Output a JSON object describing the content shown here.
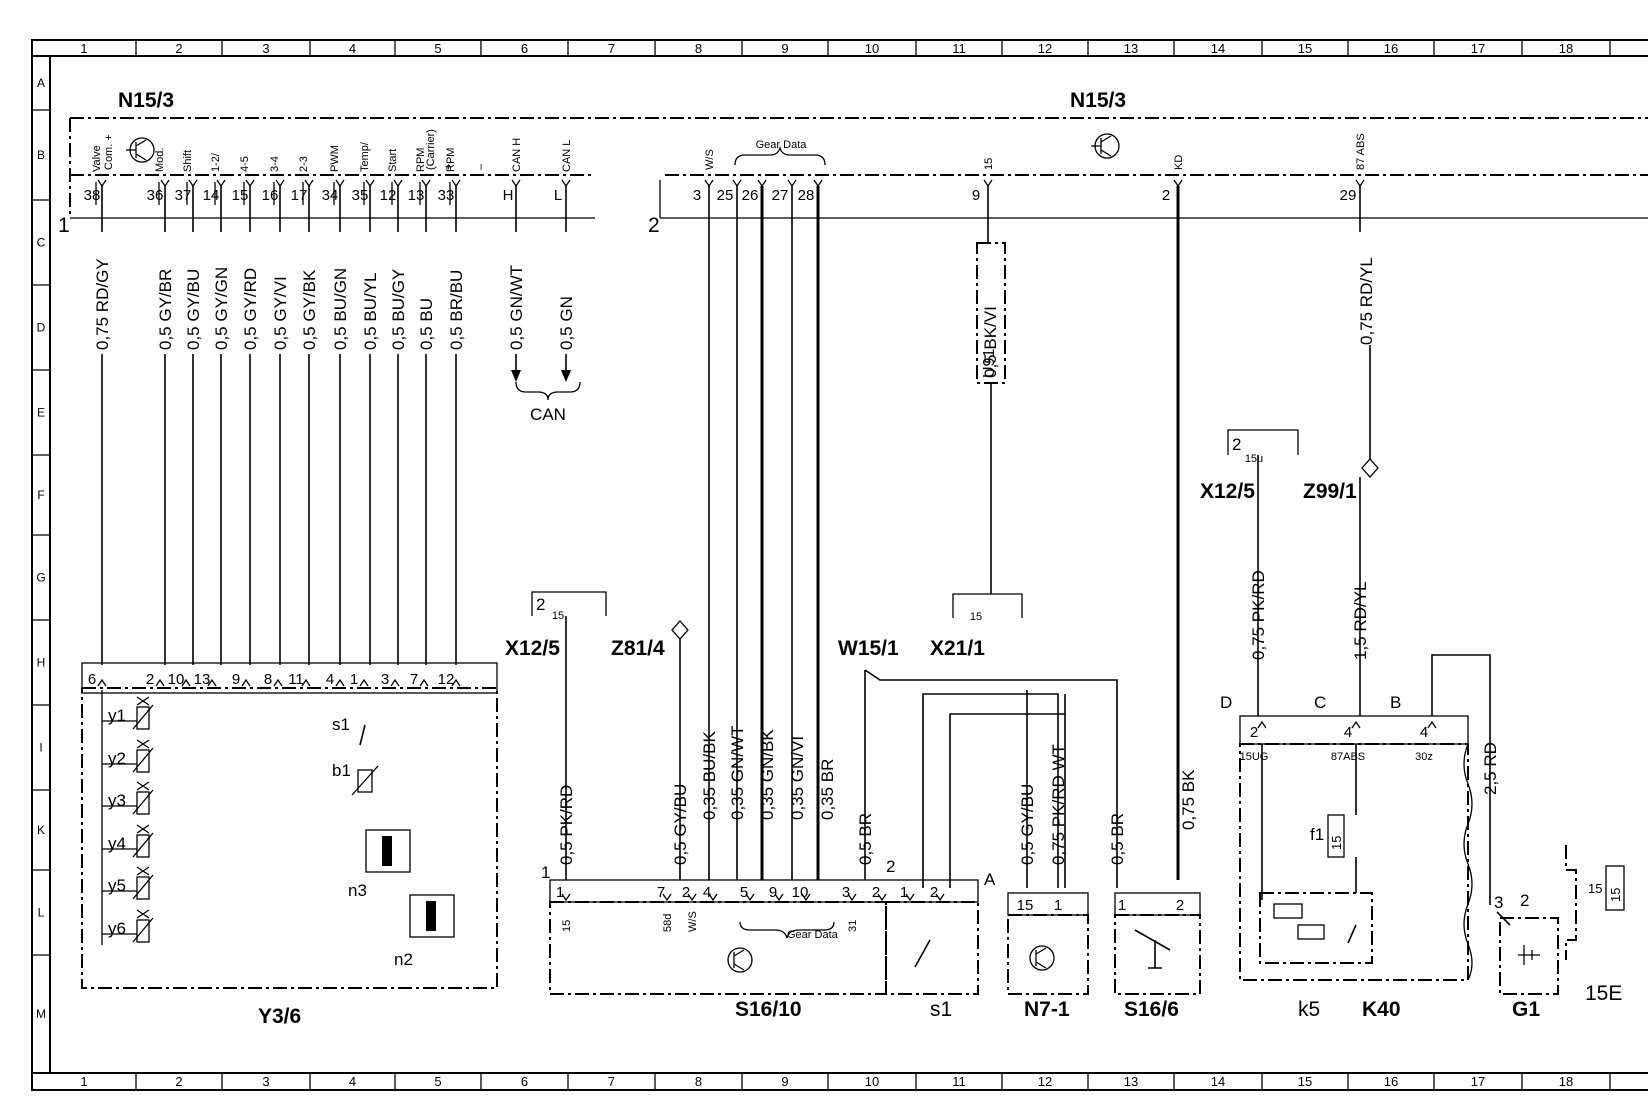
{
  "columns": [
    "1",
    "2",
    "3",
    "4",
    "5",
    "6",
    "7",
    "8",
    "9",
    "10",
    "11",
    "12",
    "13",
    "14",
    "15",
    "16",
    "17",
    "18"
  ],
  "rows": [
    "A",
    "B",
    "C",
    "D",
    "E",
    "F",
    "G",
    "H",
    "I",
    "K",
    "L",
    "M"
  ],
  "components": {
    "n15_3_left": "N15/3",
    "n15_3_right": "N15/3",
    "y3_6": "Y3/6",
    "s16_10": "S16/10",
    "s1": "s1",
    "n7_1": "N7-1",
    "s16_6": "S16/6",
    "k5": "k5",
    "k40": "K40",
    "g1": "G1",
    "e15": "15E",
    "x12_5_a": "X12/5",
    "z81_4": "Z81/4",
    "w15_1": "W15/1",
    "x21_1": "X21/1",
    "x12_5_b": "X12/5",
    "z99_1": "Z99/1",
    "can": "CAN",
    "u91": "U91"
  },
  "n15_3_pins_left": [
    {
      "pin": "38",
      "signal": "Valve",
      "wire": "0,75 RD/GY"
    },
    {
      "pin": "36",
      "signal": "Mod.",
      "wire": "0,5 GY/BR"
    },
    {
      "pin": "37",
      "signal": "Shift",
      "wire": "0,5 GY/BU"
    },
    {
      "pin": "14",
      "signal": "1-2/",
      "wire": "0,5 GY/GN"
    },
    {
      "pin": "15",
      "signal": "4-5",
      "wire": "0,5 GY/RD"
    },
    {
      "pin": "16",
      "signal": "3-4",
      "wire": "0,5 GY/VI"
    },
    {
      "pin": "17",
      "signal": "2-3",
      "wire": "0,5 GY/BK"
    },
    {
      "pin": "34",
      "signal": "PWM",
      "wire": "0,5 BU/GN"
    },
    {
      "pin": "35",
      "signal": "Temp/",
      "wire": "0,5 BU/YL"
    },
    {
      "pin": "12",
      "signal": "Start",
      "wire": "0,5 BU/GY"
    },
    {
      "pin": "13",
      "signal": "RPM",
      "wire": "0,5 BU"
    },
    {
      "pin": "33",
      "signal": "RPM",
      "wire": "0,5 BR/BU"
    }
  ],
  "signal_extra": {
    "com_plus": "Com. +",
    "carrier": "(Carrier)",
    "plus": "+",
    "minus": "–"
  },
  "can_pins": [
    {
      "pin": "H",
      "signal": "CAN H",
      "wire": "0,5 GN/WT"
    },
    {
      "pin": "L",
      "signal": "CAN L",
      "wire": "0,5 GN"
    }
  ],
  "n15_3_pins_right": [
    {
      "pin": "3",
      "signal": "W/S",
      "wire": "0,35 BU/BK"
    },
    {
      "pin": "25",
      "signal": "",
      "wire": "0,35 GN/WT"
    },
    {
      "pin": "26",
      "signal": "",
      "wire": "0,35 GN/BK"
    },
    {
      "pin": "27",
      "signal": "",
      "wire": "0,35 GN/VI"
    },
    {
      "pin": "28",
      "signal": "",
      "wire": "0,35 BR"
    },
    {
      "pin": "9",
      "signal": "15",
      "wire": "0,5 BK/VI"
    },
    {
      "pin": "2",
      "signal": "KD",
      "wire": "0,75 BK"
    },
    {
      "pin": "29",
      "signal": "87 ABS",
      "wire": "0,75 RD/YL"
    }
  ],
  "gear_data": "Gear Data",
  "connector_marks": {
    "conn1": "1",
    "conn2": "2"
  },
  "y3_6_pins": [
    "6",
    "2",
    "10",
    "13",
    "9",
    "8",
    "11",
    "4",
    "1",
    "3",
    "7",
    "12"
  ],
  "y3_6_valves": [
    "y1",
    "y2",
    "y3",
    "y4",
    "y5",
    "y6"
  ],
  "y3_6_parts": [
    "s1",
    "b1",
    "n3",
    "n2"
  ],
  "lower_wires": {
    "x12_5_a": "0,5 PK/RD",
    "s16_10_58d": "0,5 GY/BU",
    "w15_1": "0,5 BR",
    "n7_1_a": "0,5 GY/BU",
    "n7_1_b": "0,75 PK/RD WT",
    "s16_6_a": "0,5 BR",
    "x12_5_b": "0,75 PK/RD",
    "z99_1": "1,5 RD/YL",
    "g1": "2,5 RD"
  },
  "s16_10_pins": [
    "1",
    "7",
    "2",
    "4",
    "5",
    "9",
    "10",
    "3",
    "2",
    "1",
    "2",
    "A"
  ],
  "s16_10_signals": [
    "15",
    "58d",
    "W/S",
    "31"
  ],
  "n7_1_pins": [
    "15",
    "1"
  ],
  "s16_6_pins": [
    "1",
    "2"
  ],
  "k40_pins": [
    {
      "letter": "D",
      "pin": "2",
      "signal": "15UG"
    },
    {
      "letter": "C",
      "pin": "4",
      "signal": "87ABS"
    },
    {
      "letter": "B",
      "pin": "4",
      "signal": "30z"
    }
  ],
  "k40_fuse": "f1",
  "fuse_val": "15",
  "g1_pins": [
    "3",
    "2"
  ],
  "x12_5_pin": "2",
  "x12_5_sig": "15u",
  "x21_1_pin": "15",
  "x12_5a_pin": "2",
  "x12_5a_sig": "15"
}
